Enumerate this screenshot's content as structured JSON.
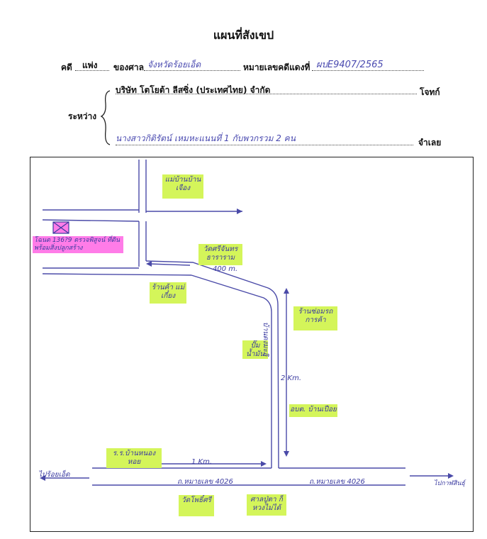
{
  "header": {
    "title": "แผนที่สังเขป",
    "case_label": "คดี",
    "case_type": "แพ่ง",
    "court_label": "ของศาล",
    "court_name": "จังหวัดร้อยเอ็ด",
    "case_no_label": "หมายเลขคดีแดงที่",
    "case_no": "ผบE9407/2565",
    "between_label": "ระหว่าง",
    "plaintiff": "บริษัท โตโยต้า ลีสซิ่ง (ประเทศไทย) จำกัด",
    "plaintiff_role": "โจทก์",
    "defendant": "นางสาวกิติรัตน์ เหมหะแนนที่ 1 กับพวกรวม 2 คน",
    "defendant_role": "จำเลย"
  },
  "map": {
    "left_destination": "ไปร้อยเอ็ด",
    "right_destination": "ไปกาฬสินธุ์",
    "road_name_left": "ถ.หมายเลข 4026",
    "road_name_right": "ถ.หมายเลข 4026",
    "vertical_road": "บ้านดงมะลิ",
    "distance_top": "400 m.",
    "distance_side": "2 Km.",
    "distance_bottom": "1 Km.",
    "target_property": "โฉนด 136?9 ตรวจพิสูจน์ ที่ดินพร้อมสิ่งปลูกสร้าง",
    "landmarks": [
      "แม่บ้านบ้านเจือง",
      "วัดศรีจันทร ธาราราม",
      "ร้านค้า แม่เกี๋ยง",
      "ร้านซ่อมรถ การค้า",
      "ปั๊มน้ำมัน",
      "อบต. บ้านเปือย",
      "ร.ร.บ้านหนองหอย",
      "วัดโพธิ์ศรี",
      "ศาลปู่ตา ก็หวงไม่ได้"
    ]
  }
}
